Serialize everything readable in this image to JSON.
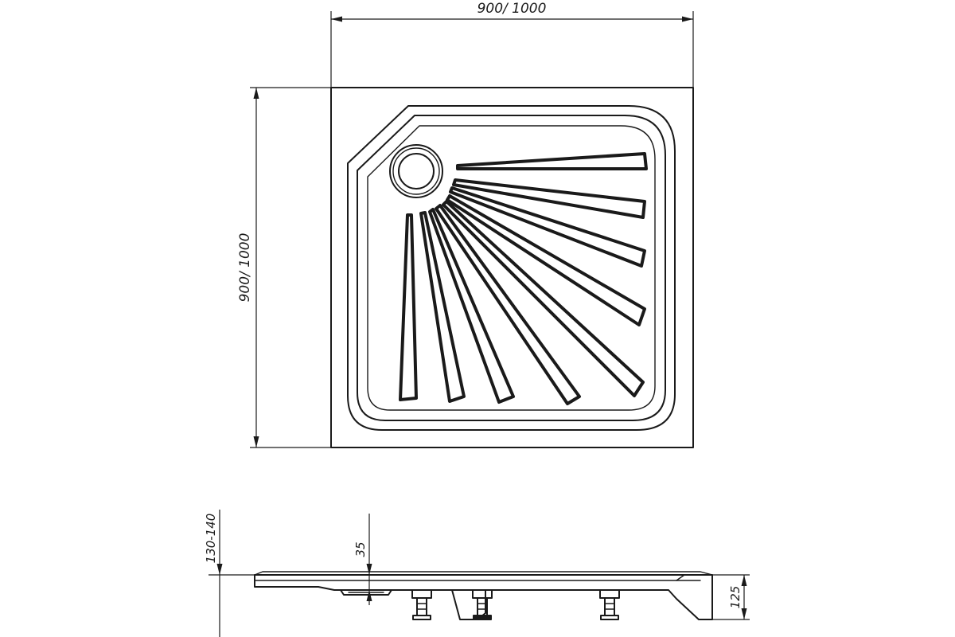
{
  "dimensions": {
    "top_width": "900/ 1000",
    "left_height": "900/ 1000",
    "total_height": "130-140",
    "depth": "35",
    "base_height": "125"
  }
}
